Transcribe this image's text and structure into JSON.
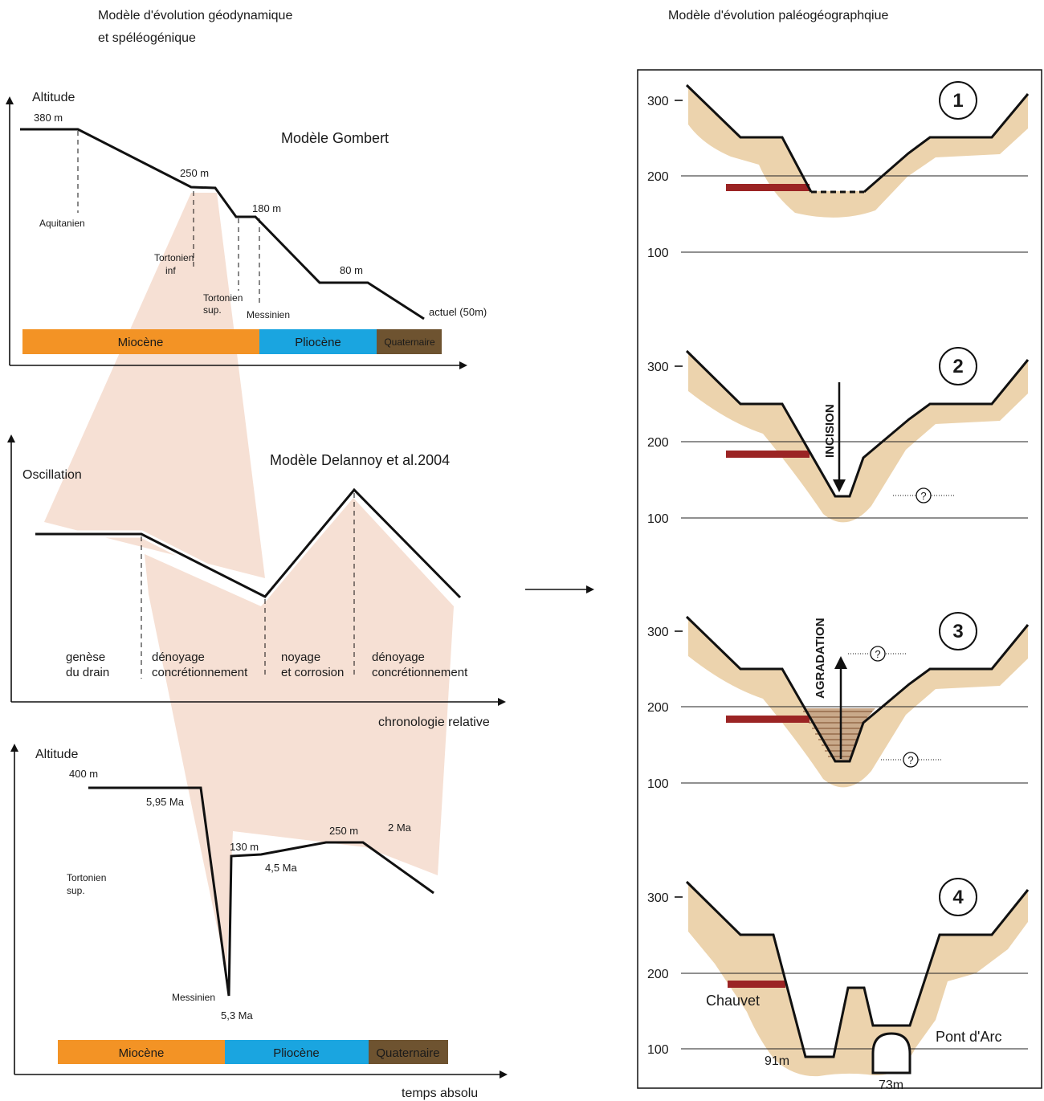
{
  "left": {
    "heading_line1": "Modèle d'évolution géodynamique",
    "heading_line2": "et spéléogénique",
    "gombert": {
      "title": "Modèle Gombert",
      "y_axis": "Altitude",
      "levels": [
        "380 m",
        "250 m",
        "180 m",
        "80 m",
        "actuel (50m)"
      ],
      "stages": [
        "Aquitanien",
        "Tortonien",
        "inf",
        "Tortonien",
        "sup.",
        "Messinien"
      ],
      "timebar": [
        "Miocène",
        "Pliocène",
        "Quaternaire"
      ]
    },
    "delannoy": {
      "title": "Modèle Delannoy et al.2004",
      "y_axis": "Oscillation",
      "x_axis": "chronologie relative",
      "phases": [
        {
          "l1": "genèse",
          "l2": "du drain"
        },
        {
          "l1": "dénoyage",
          "l2": "concrétionnement"
        },
        {
          "l1": "noyage",
          "l2": "et corrosion"
        },
        {
          "l1": "dénoyage",
          "l2": "concrétionnement"
        }
      ]
    },
    "absolute": {
      "y_axis": "Altitude",
      "x_axis": "temps absolu",
      "labels": [
        "400 m",
        "5,95 Ma",
        "Tortonien",
        "sup.",
        "130 m",
        "4,5 Ma",
        "250 m",
        "2 Ma",
        "Messinien",
        "5,3 Ma"
      ],
      "timebar": [
        "Miocène",
        "Pliocène",
        "Quaternaire"
      ]
    }
  },
  "right": {
    "heading": "Modèle d'évolution paléogéographqiue",
    "panels": [
      {
        "number": "1",
        "ticks": [
          "300",
          "200",
          "100"
        ]
      },
      {
        "number": "2",
        "ticks": [
          "300",
          "200",
          "100"
        ],
        "label": "INCISION",
        "question": "?"
      },
      {
        "number": "3",
        "ticks": [
          "300",
          "200",
          "100"
        ],
        "label": "AGRADATION",
        "question": "?"
      },
      {
        "number": "4",
        "ticks": [
          "300",
          "200",
          "100"
        ],
        "labels": [
          "Chauvet",
          "Pont d'Arc",
          "91m",
          "73m"
        ]
      }
    ]
  },
  "colors": {
    "miocene": "#f39325",
    "pliocene": "#1aa5e0",
    "quaternaire": "#6e5330",
    "sand": "#ecd3ad",
    "peach": "#f6e0d4",
    "cave_level": "#9b2424"
  }
}
